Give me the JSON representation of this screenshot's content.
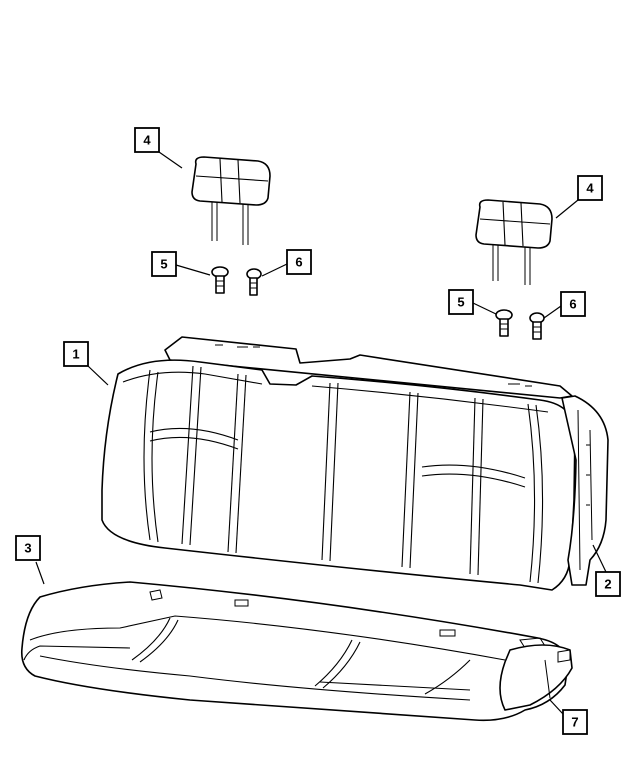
{
  "callouts": [
    {
      "id": "c1",
      "label": "1",
      "part": "seat-back"
    },
    {
      "id": "c2",
      "label": "2",
      "part": "seat-back-side-trim"
    },
    {
      "id": "c3",
      "label": "3",
      "part": "seat-cushion"
    },
    {
      "id": "c4a",
      "label": "4",
      "part": "headrest-left"
    },
    {
      "id": "c4b",
      "label": "4",
      "part": "headrest-right"
    },
    {
      "id": "c5a",
      "label": "5",
      "part": "headrest-guide-left"
    },
    {
      "id": "c5b",
      "label": "5",
      "part": "headrest-guide-right"
    },
    {
      "id": "c6a",
      "label": "6",
      "part": "headrest-guide-lock-left"
    },
    {
      "id": "c6b",
      "label": "6",
      "part": "headrest-guide-lock-right"
    },
    {
      "id": "c7",
      "label": "7",
      "part": "seat-cushion-side-trim"
    }
  ]
}
